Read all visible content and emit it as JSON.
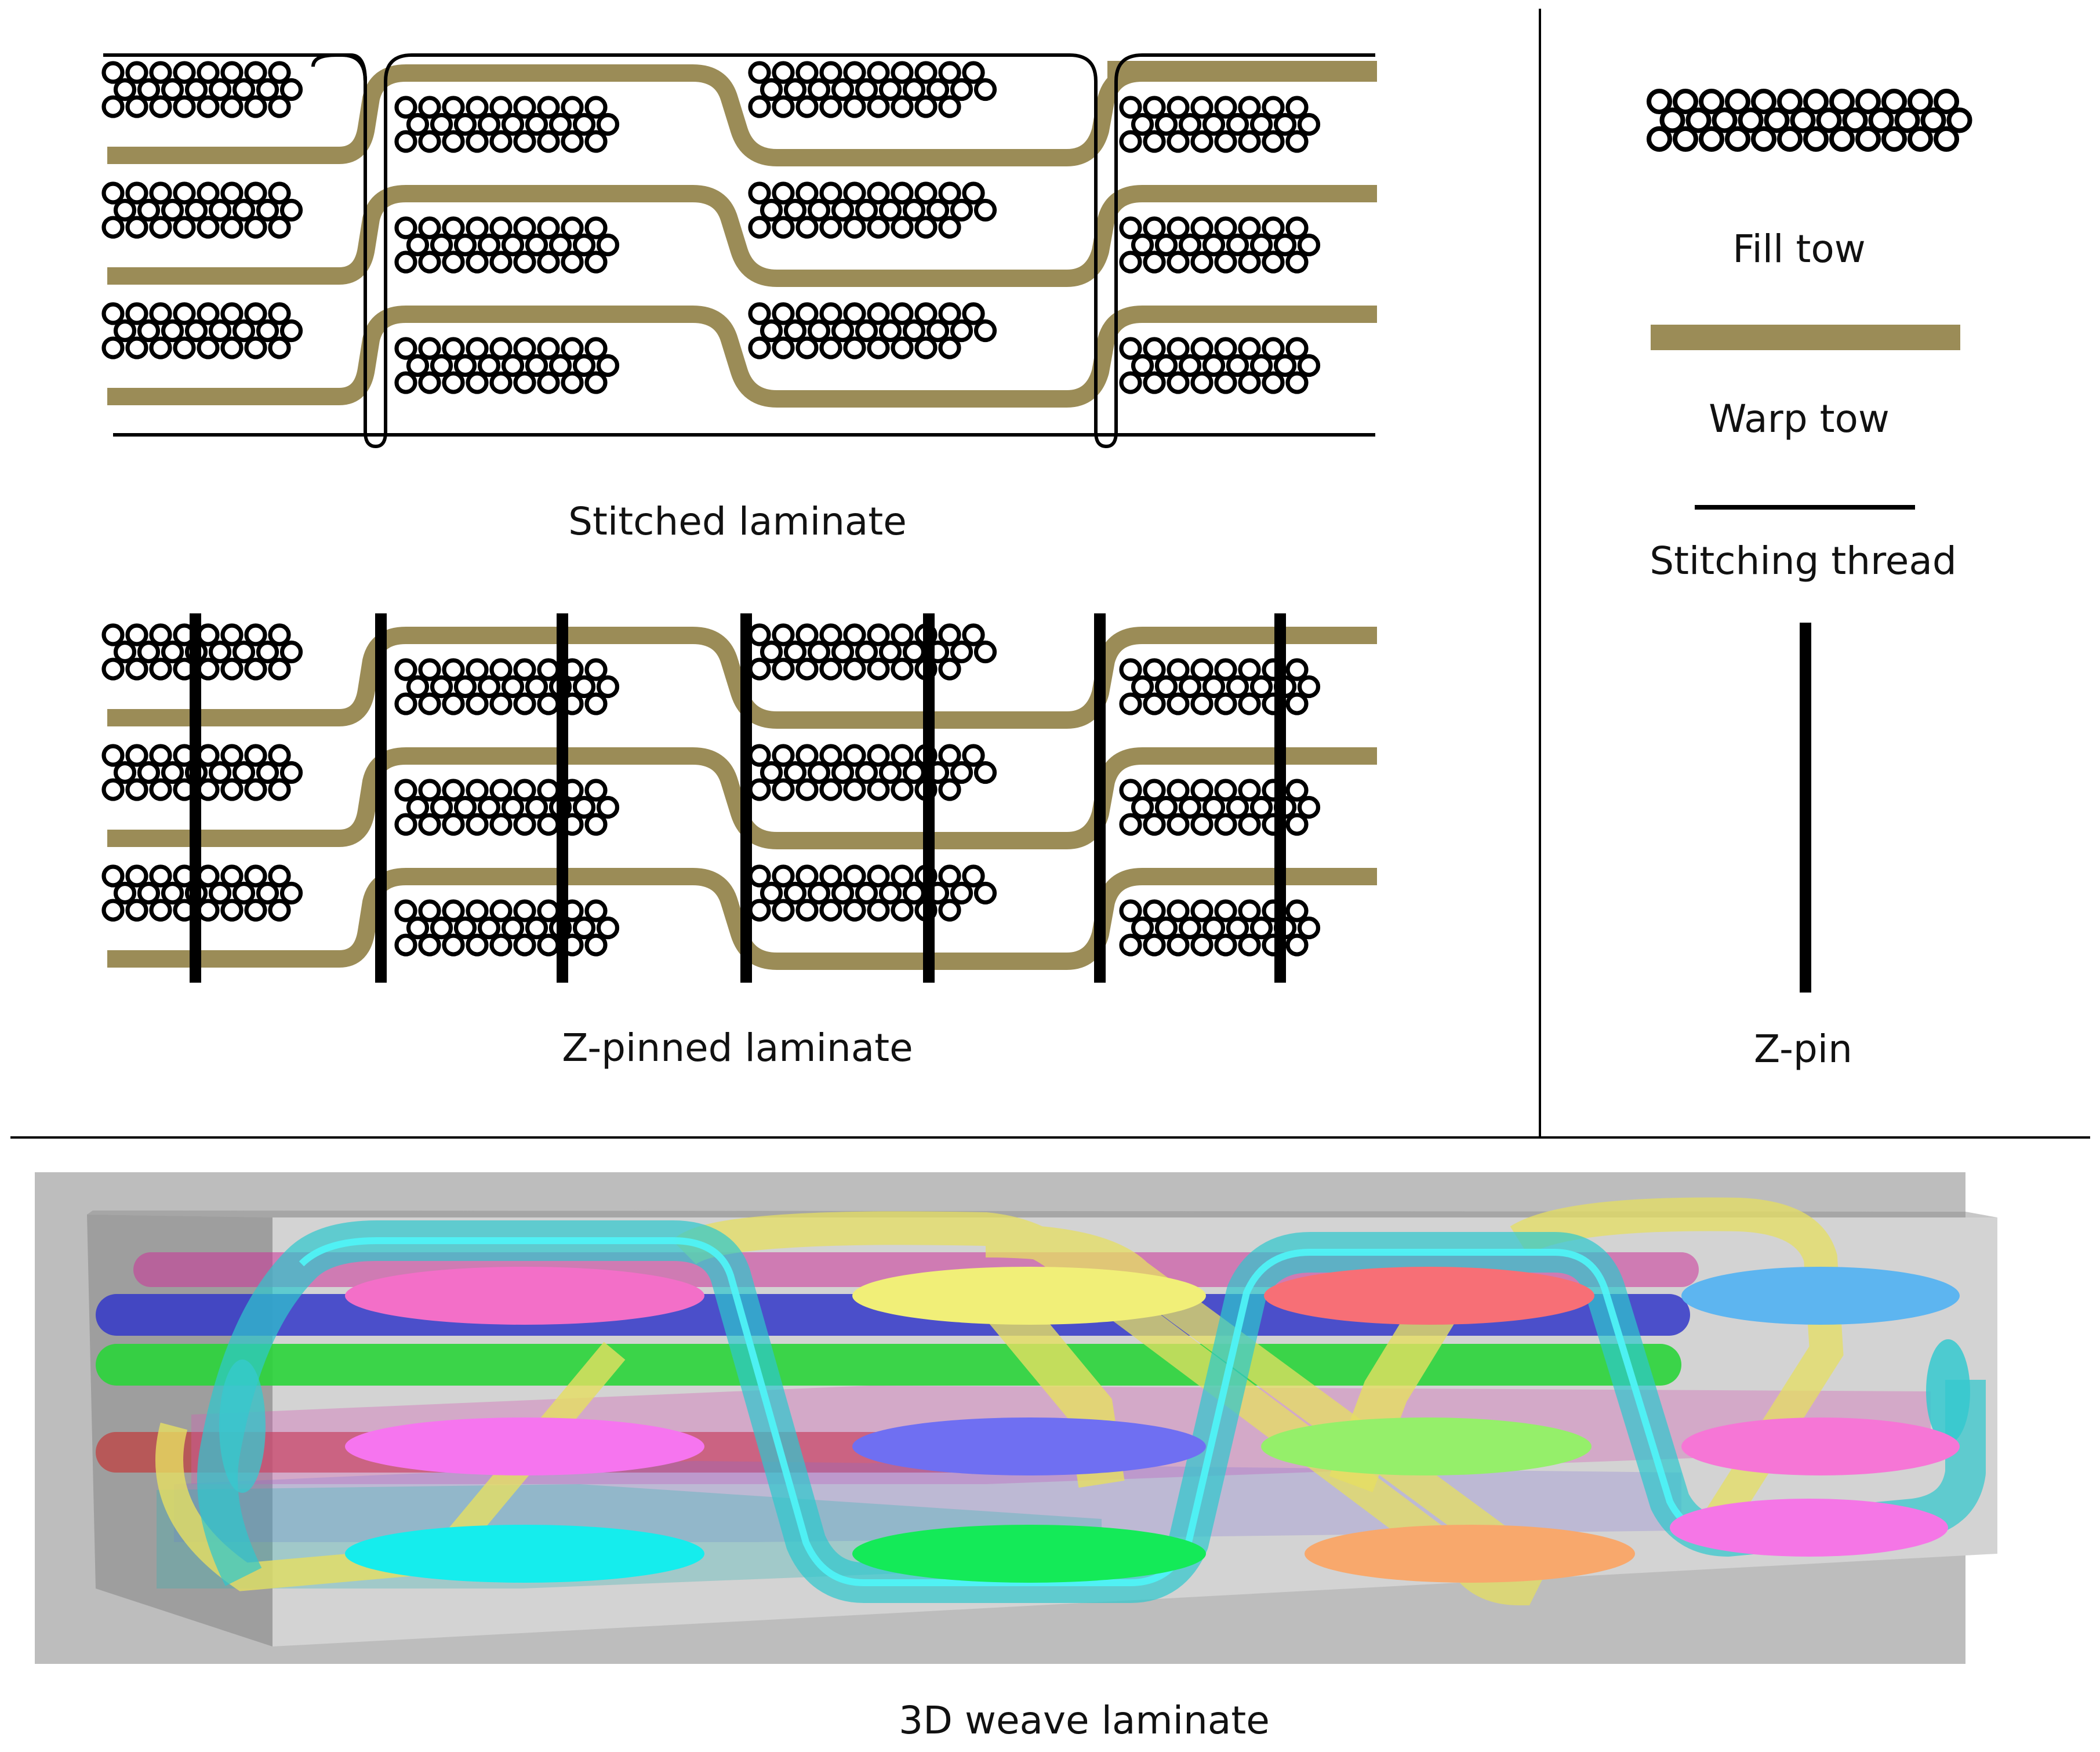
{
  "captions": {
    "stitched": "Stitched laminate",
    "zpinned": "Z-pinned laminate",
    "weave": "3D weave laminate"
  },
  "legend": {
    "fill_tow": "Fill  tow",
    "warp_tow": "Warp tow",
    "stitching_thread": "Stitching thread",
    "z_pin": "Z-pin"
  },
  "colors": {
    "warp": "#9b8c57",
    "fiber_outline": "#000000",
    "block_gray": "#c9c9c9",
    "binder": "#3fd3d6"
  },
  "weave_fill_colors": {
    "top_row": [
      "#f36fc8",
      "#f1ef78",
      "#f76f76",
      "#5db5f0"
    ],
    "middle_row": [
      "#f675ef",
      "#6f6ff2",
      "#95ef6a",
      "#f676d6"
    ],
    "bottom_row": [
      "#15eded",
      "#14ea58",
      "#f8a86c",
      "#f576e6"
    ],
    "back_rods": [
      "#3237c8",
      "#2ad43a",
      "#cc3399",
      "#c23a3a"
    ]
  }
}
